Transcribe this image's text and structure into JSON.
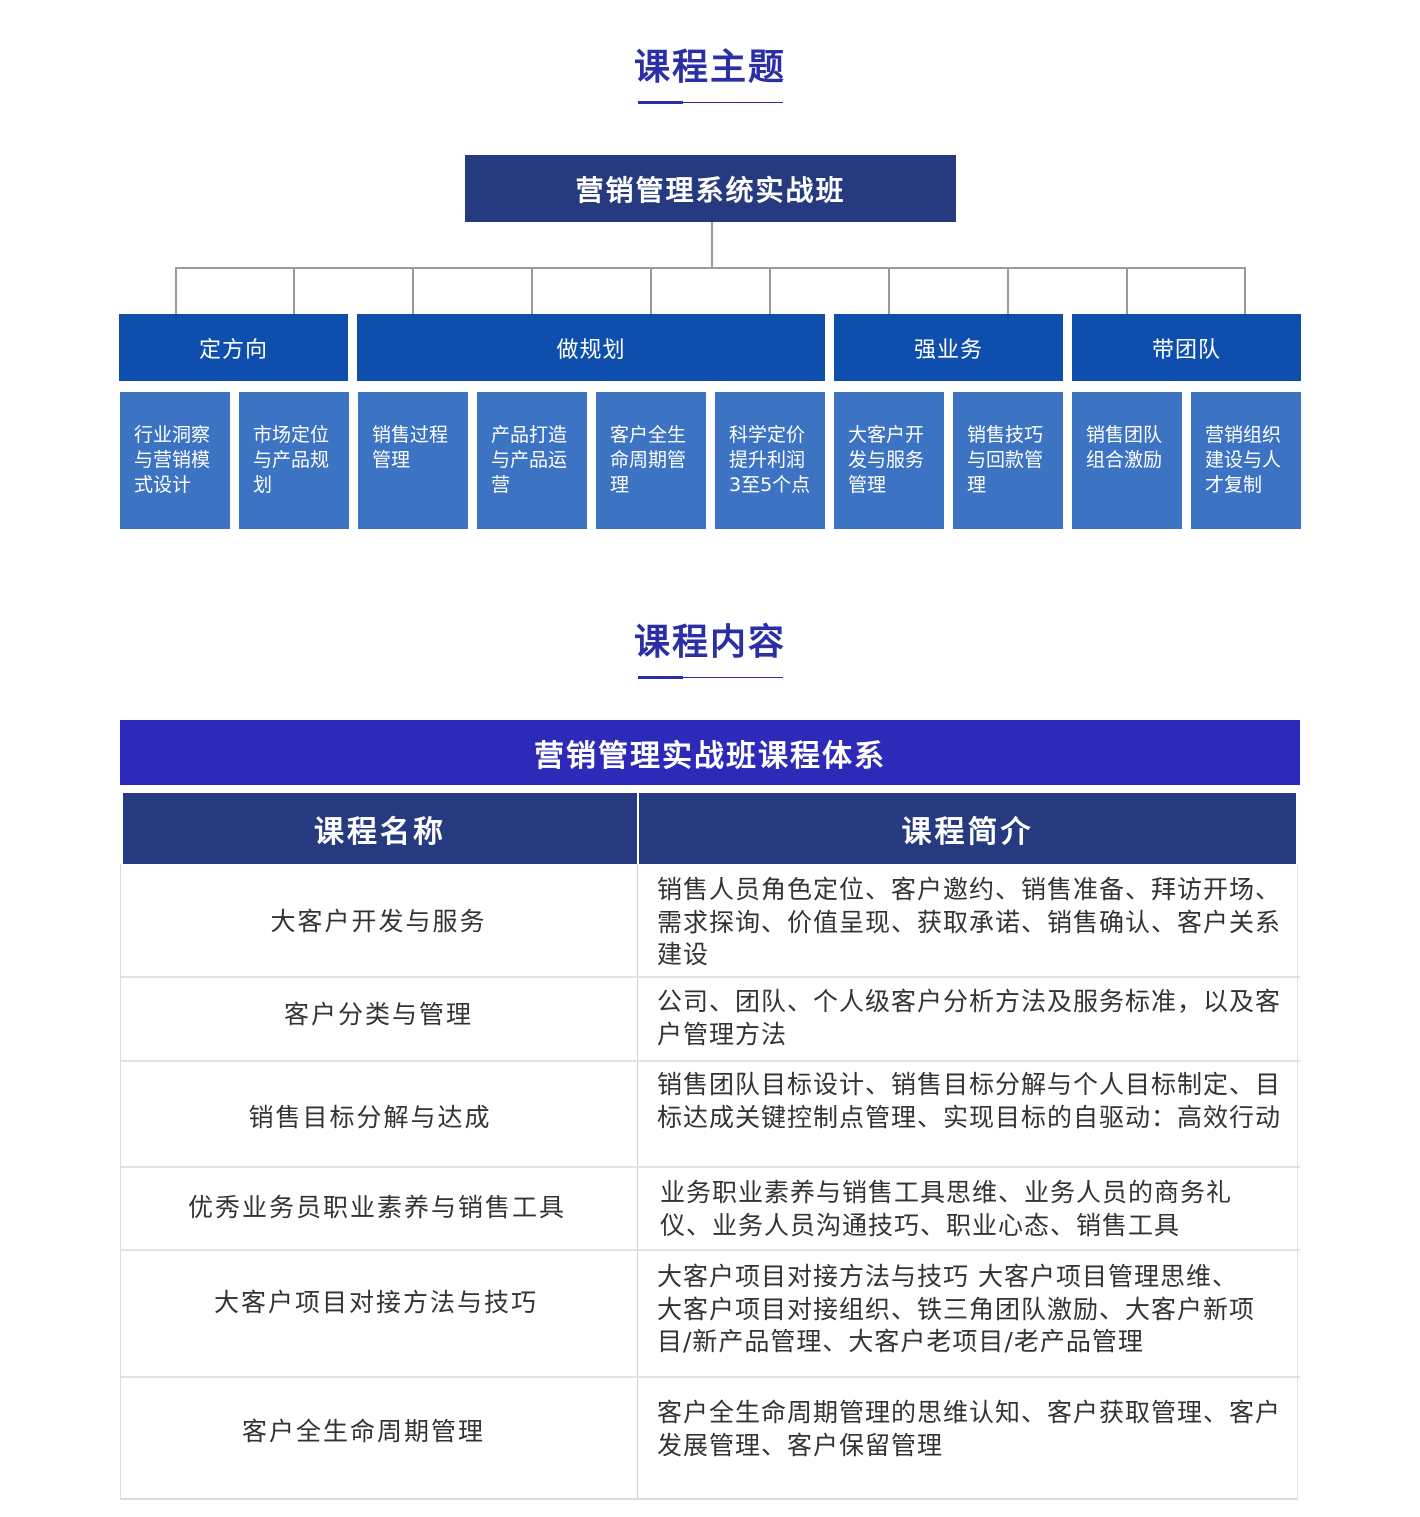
{
  "section1": {
    "title": "课程主题"
  },
  "orgchart": {
    "root": "营销管理系统实战班",
    "categories": [
      {
        "label": "定方向"
      },
      {
        "label": "做规划"
      },
      {
        "label": "强业务"
      },
      {
        "label": "带团队"
      }
    ],
    "subitems": [
      "行业洞察与营销模式设计",
      "市场定位与产品规划",
      "销售过程管理",
      "产品打造与产品运营",
      "客户全生命周期管理",
      "科学定价提升利润3至5个点",
      "大客户开发与服务管理",
      "销售技巧与回款管理",
      "销售团队组合激励",
      "营销组织建设与人才复制"
    ],
    "colors": {
      "root": "#263a80",
      "category": "#0e4fae",
      "subitem": "#3c73c3"
    }
  },
  "section2": {
    "title": "课程内容"
  },
  "course_table": {
    "banner": "营销管理实战班课程体系",
    "headers": {
      "name": "课程名称",
      "desc": "课程简介"
    },
    "rows": [
      {
        "name": "大客户开发与服务",
        "desc": "销售人员角色定位、客户邀约、销售准备、拜访开场、需求探询、价值呈现、获取承诺、销售确认、客户关系建设"
      },
      {
        "name": "客户分类与管理",
        "desc": "公司、团队、个人级客户分析方法及服务标准，以及客户管理方法"
      },
      {
        "name": "销售目标分解与达成",
        "desc": "销售团队目标设计、销售目标分解与个人目标制定、目标达成关键控制点管理、实现目标的自驱动：高效行动"
      },
      {
        "name": "优秀业务员职业素养与销售工具",
        "desc": "业务职业素养与销售工具思维、业务人员的商务礼仪、业务人员沟通技巧、职业心态、销售工具"
      },
      {
        "name": "大客户项目对接方法与技巧",
        "desc": "大客户项目对接方法与技巧 大客户项目管理思维、大客户项目对接组织、铁三角团队激励、大客户新项目/新产品管理、大客户老项目/老产品管理"
      },
      {
        "name": "客户全生命周期管理",
        "desc": "客户全生命周期管理的思维认知、客户获取管理、客户发展管理、客户保留管理"
      }
    ],
    "colors": {
      "banner": "#2d29b9",
      "header": "#263a80"
    }
  }
}
